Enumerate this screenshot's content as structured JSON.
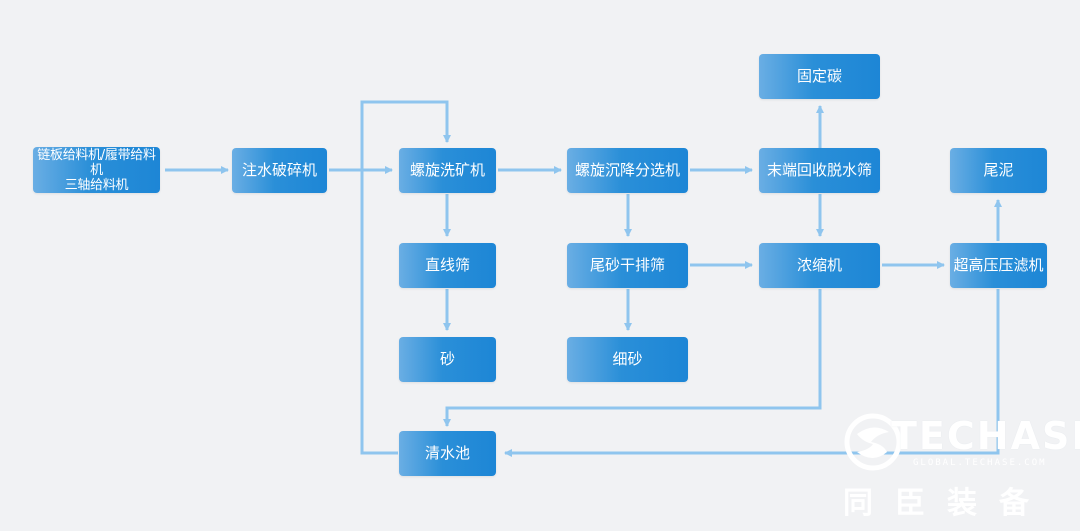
{
  "nodes": {
    "feeder": "链板给料机/履带给料机\n三轴给料机",
    "crusher": "注水破碎机",
    "spiral_washer": "螺旋洗矿机",
    "linear_screen": "直线筛",
    "sand": "砂",
    "spiral_classifier": "螺旋沉降分选机",
    "tail_screen": "尾砂干排筛",
    "fine_sand": "细砂",
    "dewater_screen": "末端回收脱水筛",
    "fixed_carbon": "固定碳",
    "thickener": "浓缩机",
    "filter_press": "超高压压滤机",
    "tailing_mud": "尾泥",
    "clear_pool": "清水池"
  },
  "brand": {
    "wordmark": "TECHASE",
    "url": "GLOBAL.TECHASE.COM",
    "chinese": "同臣装备"
  },
  "colors": {
    "box_start": "#6aaee4",
    "box_end": "#1d86d6",
    "line": "#8fc5ee",
    "background": "#f1f2f4"
  }
}
